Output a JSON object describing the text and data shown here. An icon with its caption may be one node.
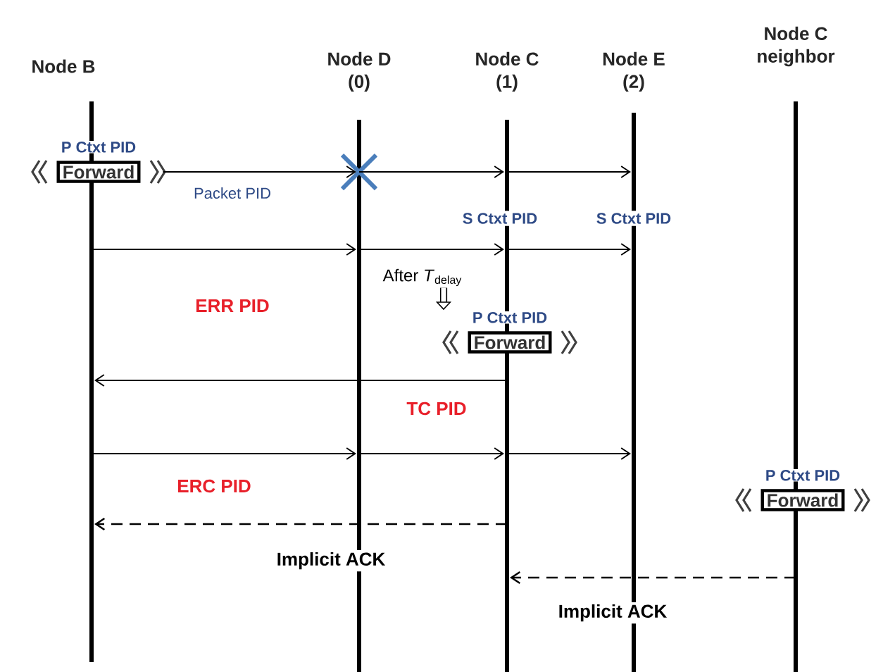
{
  "diagram": {
    "nodes": [
      {
        "text": [
          "Node B"
        ]
      },
      {
        "text": [
          "Node D (0)"
        ]
      },
      {
        "text": [
          "Node C (1)"
        ]
      },
      {
        "text": [
          "Node E (2)"
        ]
      },
      {
        "text": [
          "Node C neighbor"
        ]
      },
      {
        "text": [],
        "shape": "bar"
      },
      {
        "text": [],
        "shape": "bar"
      },
      {
        "text": [],
        "shape": "bar"
      },
      {
        "text": [],
        "shape": "bar"
      },
      {
        "text": [],
        "shape": "bar"
      },
      {
        "text": [
          "P Ctxt PID",
          "Forward"
        ]
      },
      {
        "text": [
          "P Ctxt PID",
          "Forward"
        ]
      },
      {
        "text": [
          "P Ctxt PID",
          "Forward"
        ]
      },
      {
        "text": [
          "After *T*$_{delay}$"
        ]
      }
    ],
    "edges": [
      {
        "from": 10,
        "to": 6,
        "arrow": "to",
        "label": "Packet PID"
      },
      {
        "from": 6,
        "to": 7,
        "arrow": "to"
      },
      {
        "from": 7,
        "to": 8,
        "arrow": "to"
      },
      {
        "from": 5,
        "to": 6,
        "arrow": "to",
        "label": "ERR PID"
      },
      {
        "from": 6,
        "to": 7,
        "arrow": "to"
      },
      {
        "from": 7,
        "to": 8,
        "arrow": "to"
      },
      {
        "from": 7,
        "to": 5,
        "arrow": "to",
        "label": "TC PID"
      },
      {
        "from": 5,
        "to": 6,
        "arrow": "to",
        "label": "ERC PID"
      },
      {
        "from": 6,
        "to": 7,
        "arrow": "to"
      },
      {
        "from": 7,
        "to": 8,
        "arrow": "to"
      },
      {
        "from": 7,
        "to": 5,
        "arrow": "to",
        "label": "Implicit ACK",
        "style": "dashed"
      },
      {
        "from": 9,
        "to": 7,
        "arrow": "to",
        "label": "Implicit ACK",
        "style": "dashed"
      },
      {
        "from": 13,
        "to": 11,
        "arrow": "to",
        "style": "thick"
      }
    ],
    "labels": [
      "S Ctxt PID",
      "S Ctxt PID"
    ]
  }
}
